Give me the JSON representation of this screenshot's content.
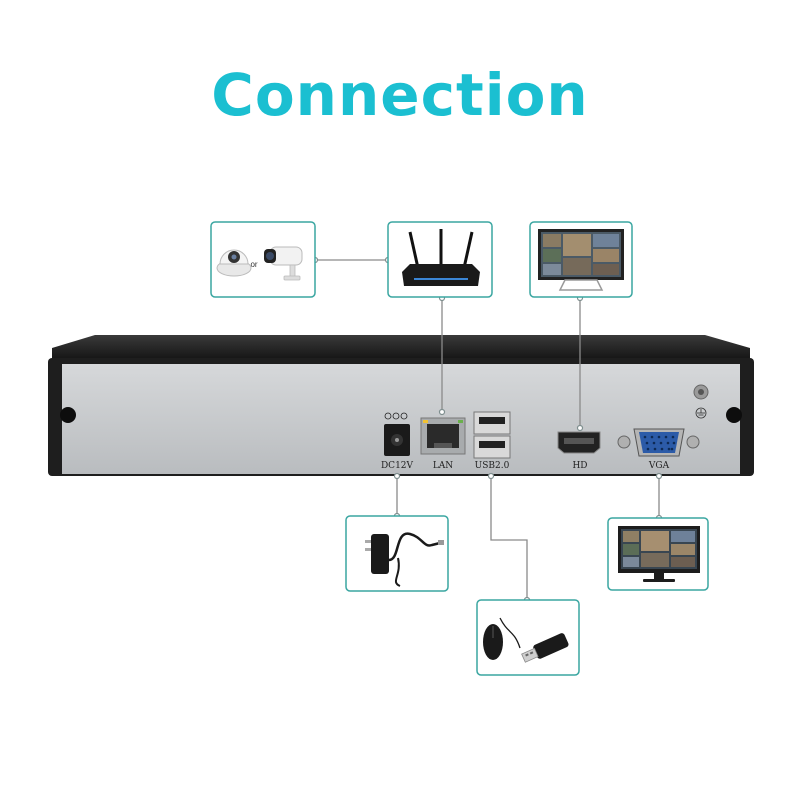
{
  "title": "Connection",
  "or_label": "or",
  "ports": {
    "dc": "DC12V",
    "lan": "LAN",
    "usb": "USB2.0",
    "hdmi": "HD",
    "vga": "VGA"
  },
  "devices": [
    {
      "icon": "ip-camera-icon"
    },
    {
      "icon": "router-icon"
    },
    {
      "icon": "monitor-icon"
    },
    {
      "icon": "power-adapter-icon"
    },
    {
      "icon": "mouse-icon"
    },
    {
      "icon": "usb-drive-icon"
    }
  ],
  "colors": {
    "title": "#1bbfd1",
    "card_border": "#3aa6a1",
    "nvr_body": "#1e1e1e",
    "nvr_panel": "#c9ccce"
  }
}
